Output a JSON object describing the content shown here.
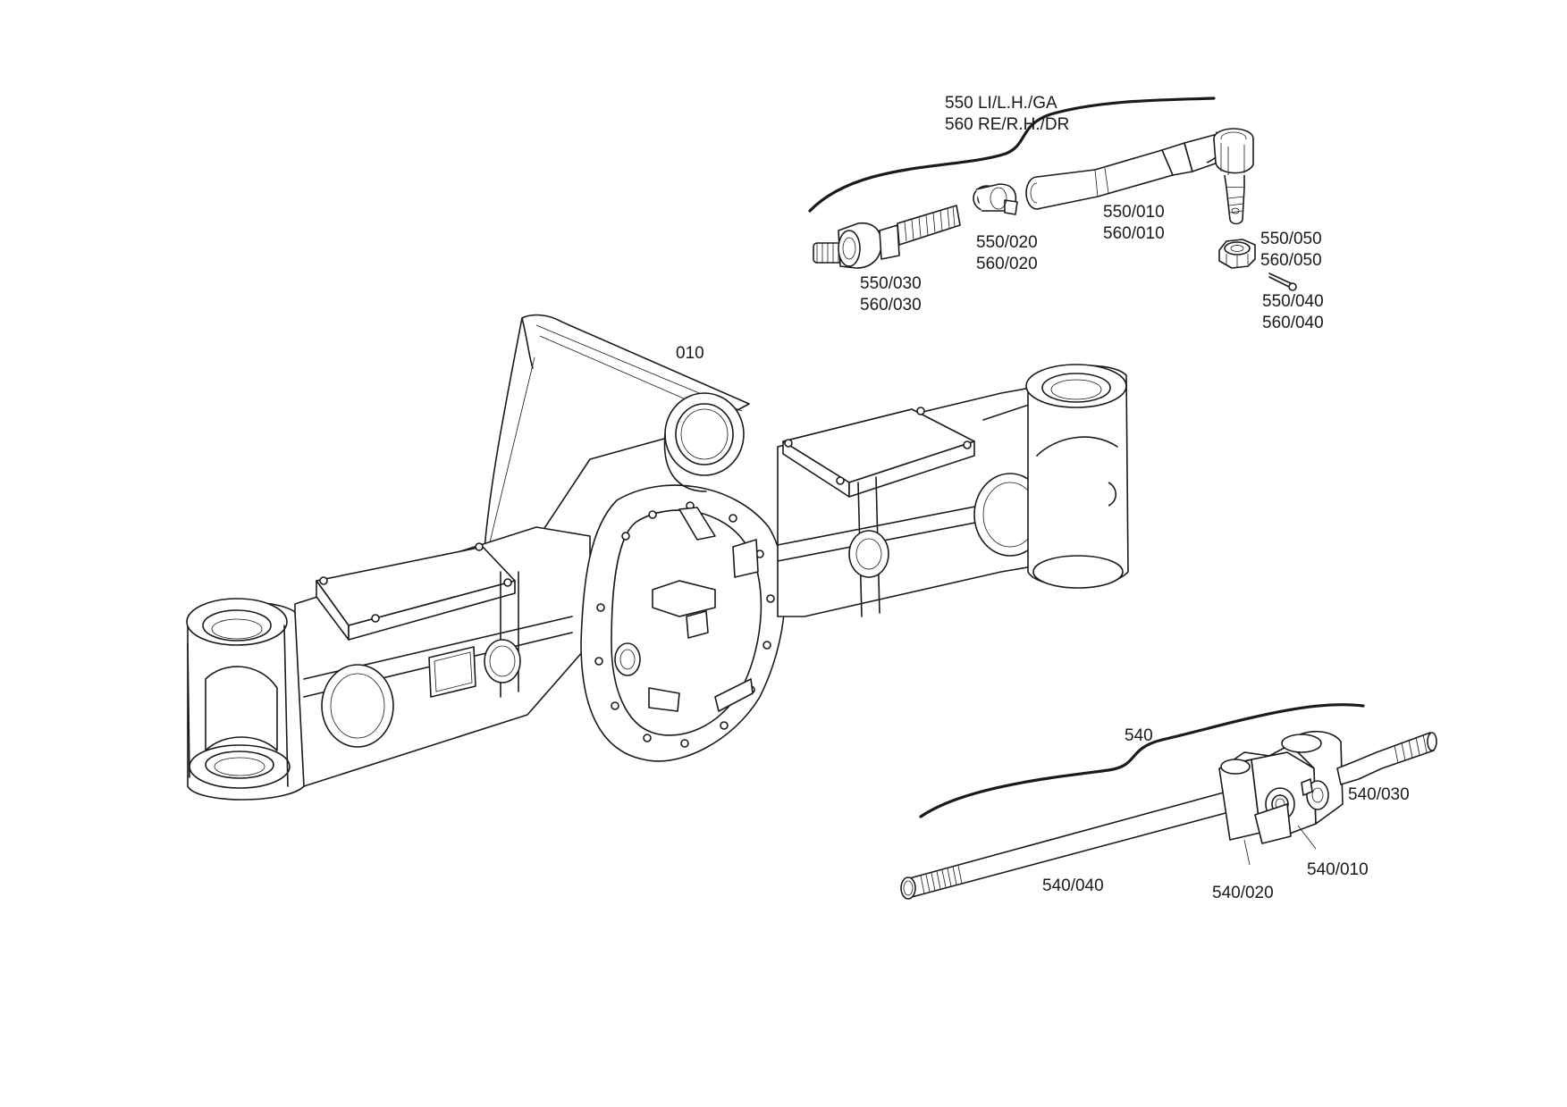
{
  "labels": {
    "tie_rod_title_1": "550 LI/L.H./GA",
    "tie_rod_title_2": "560 RE/R.H./DR",
    "tube_1": "550/010",
    "tube_2": "560/010",
    "clamp_1": "550/020",
    "clamp_2": "560/020",
    "joint_1": "550/030",
    "joint_2": "560/030",
    "nut_1": "550/050",
    "nut_2": "560/050",
    "pin_1": "550/040",
    "pin_2": "560/040",
    "housing": "010",
    "shaft_group": "540",
    "shaft_tip": "540/030",
    "spider": "540/010",
    "yoke": "540/020",
    "axle_shaft": "540/040"
  }
}
